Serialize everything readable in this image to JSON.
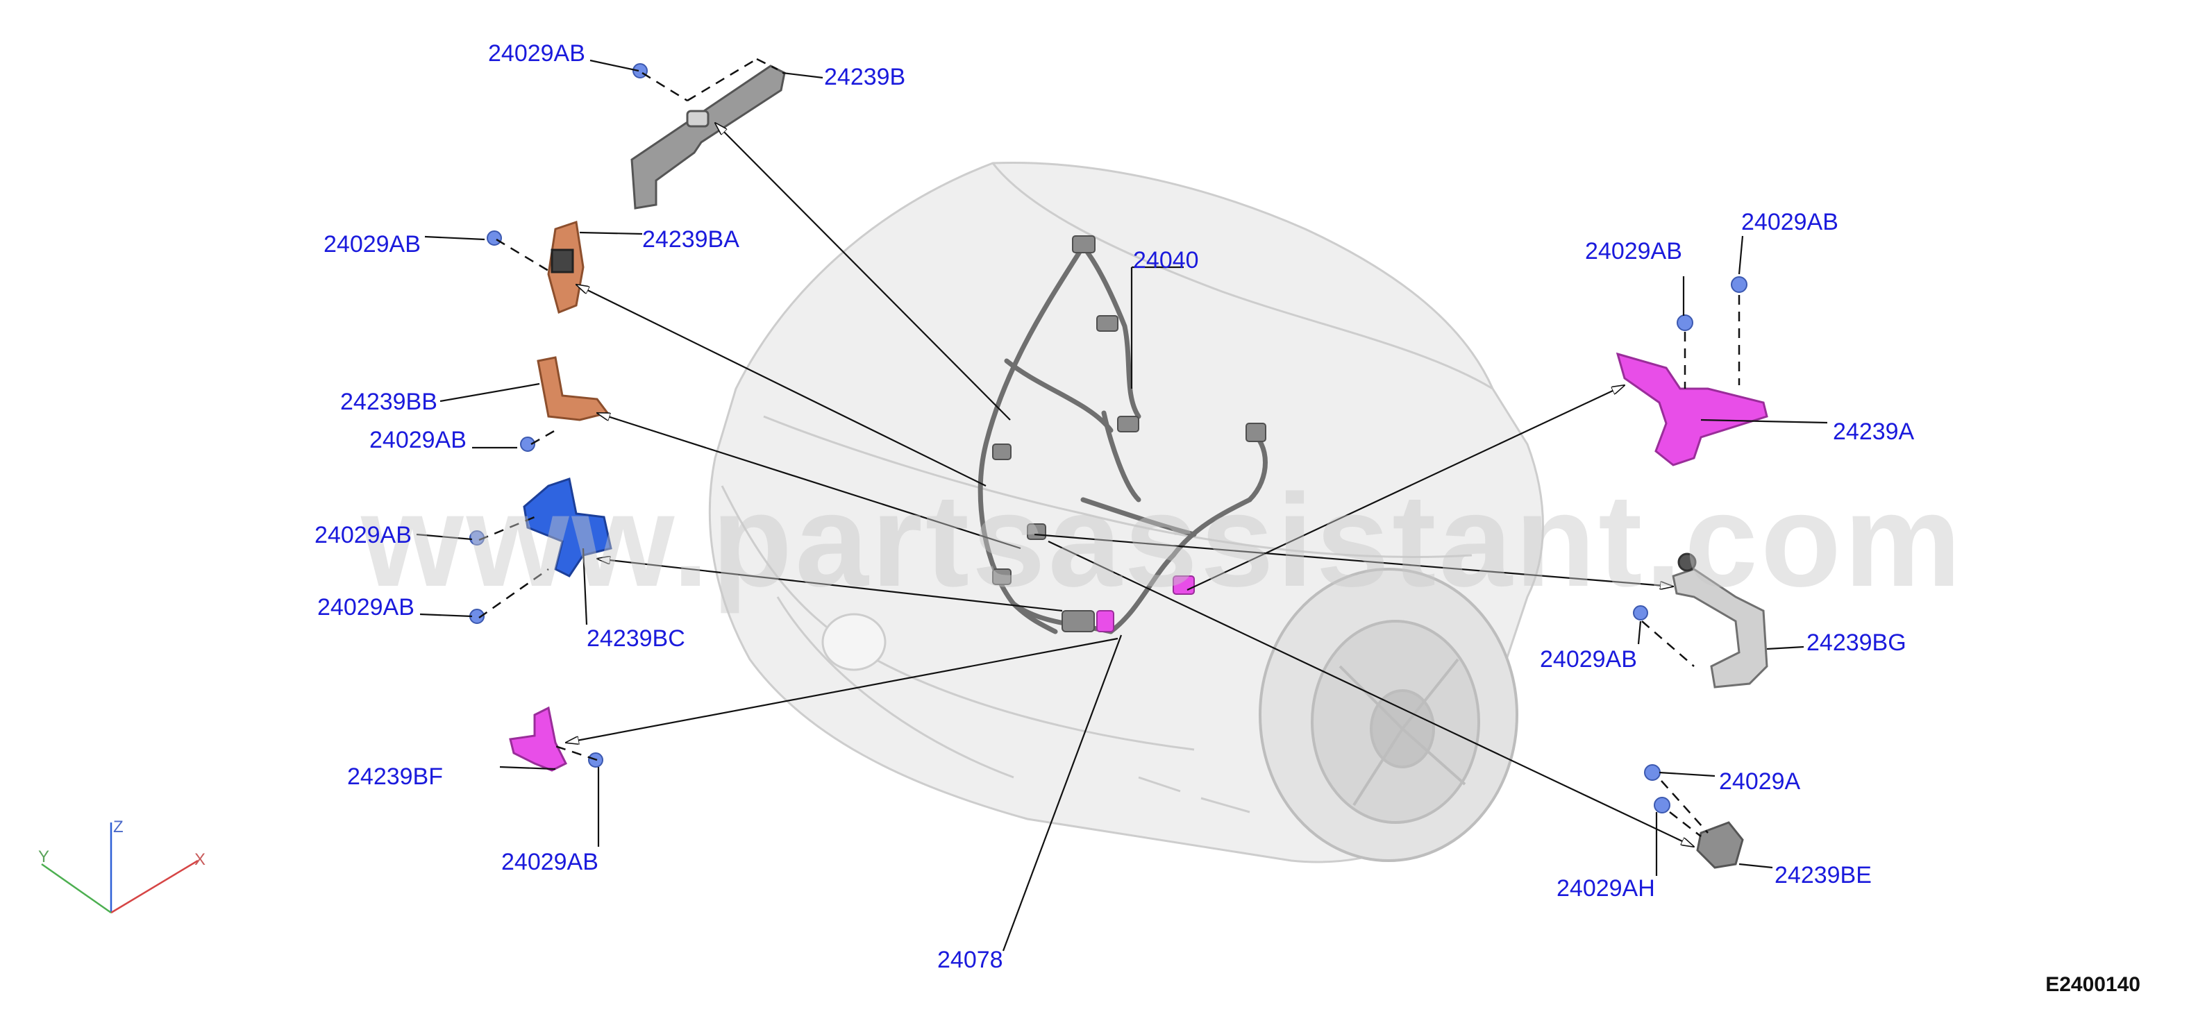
{
  "colors": {
    "callout": "#1a1adc",
    "leader": "#111111",
    "watermark": "#c9c9c9",
    "vehicle_line": "#c8c8c8",
    "vehicle_fill": "#eeeeee",
    "bracket_gray": "#8e8e8e",
    "bracket_copper": "#d4875e",
    "bracket_blue": "#2f64e0",
    "bracket_magenta": "#e84ee8",
    "fastener_blue": "#6f8ee8"
  },
  "watermark": "www.partsassistant.com",
  "drawing_code": "E2400140",
  "axes": {
    "x": "X",
    "y": "Y",
    "z": "Z"
  },
  "callouts": {
    "c01": "24029AB",
    "c02": "24239B",
    "c03": "24029AB",
    "c04": "24239BA",
    "c05": "24040",
    "c06": "24029AB",
    "c07": "24029AB",
    "c08": "24239BB",
    "c09": "24029AB",
    "c10": "24239A",
    "c11": "24029AB",
    "c12": "24029AB",
    "c13": "24239BC",
    "c14": "24029AB",
    "c15": "24239BG",
    "c16": "24239BF",
    "c17": "24029AB",
    "c18": "24029A",
    "c19": "24029AH",
    "c20": "24239BE",
    "c21": "24078"
  },
  "parts": {
    "vehicle": "vehicle-front-body",
    "harness": "engine-room-harness",
    "b_24239B": "gray-strap-bracket",
    "b_24239BA": "copper-bracket",
    "b_24239BB": "copper-bracket",
    "b_24239BC": "blue-bracket",
    "b_24239BF": "magenta-bracket",
    "b_24239A": "magenta-plate-bracket",
    "b_24239BG": "gray-bent-bracket",
    "b_24239BE": "gray-small-bracket"
  }
}
